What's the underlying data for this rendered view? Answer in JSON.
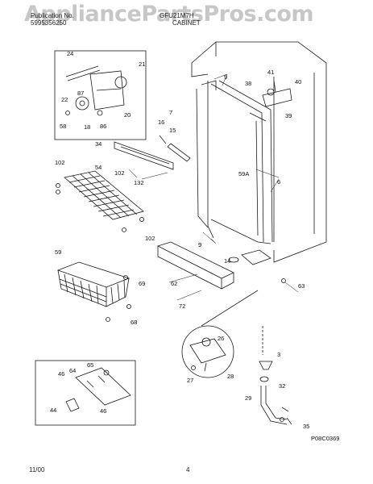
{
  "header": {
    "publication_label": "Publication No.",
    "publication_no": "5995356250",
    "model": "GFU21M7H",
    "section_title": "CABINET"
  },
  "watermark": "AppliancePartsPros.com",
  "drawing_code": "P08C0369",
  "footer": {
    "date": "11/00",
    "page": "4"
  },
  "callouts": [
    "24",
    "21",
    "22",
    "87",
    "20",
    "58",
    "18",
    "86",
    "16",
    "7",
    "15",
    "34",
    "132",
    "102",
    "54",
    "102",
    "102",
    "59",
    "62",
    "72",
    "69",
    "68",
    "9",
    "9",
    "38",
    "41",
    "40",
    "39",
    "59A",
    "6",
    "14",
    "63",
    "3",
    "26",
    "27",
    "28",
    "32",
    "29",
    "35",
    "46",
    "64",
    "65",
    "44",
    "46"
  ],
  "colors": {
    "line": "#1a1a1a",
    "watermark": "#9a9a9a"
  }
}
